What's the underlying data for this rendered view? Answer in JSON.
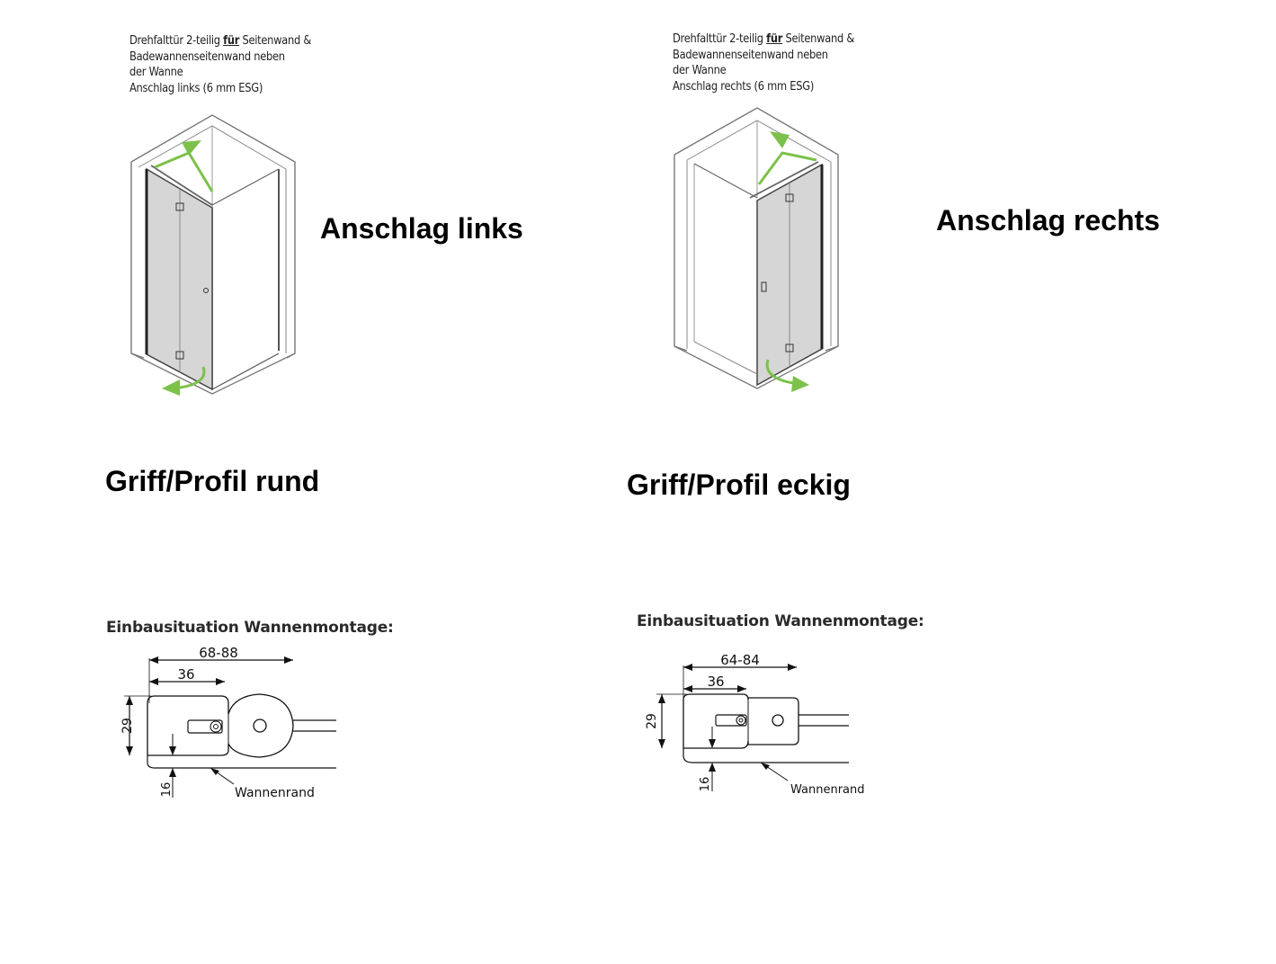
{
  "left": {
    "description": {
      "line1_pre": "Drehfalttür 2-teilig ",
      "line1_bold": "für",
      "line1_post": " Seitenwand &",
      "line2": "Badewannenseitenwand neben",
      "line3": "der Wanne",
      "line4": "Anschlag links (6 mm ESG)"
    },
    "anschlag_label": "Anschlag links",
    "griff_label": "Griff/Profil rund",
    "einbau_heading": "Einbausituation Wannenmontage:",
    "dims": {
      "total": "68-88",
      "profile": "36",
      "height": "29",
      "offset": "16",
      "rim_label": "Wannenrand"
    }
  },
  "right": {
    "description": {
      "line1_pre": "Drehfalttür 2-teilig ",
      "line1_bold": "für",
      "line1_post": " Seitenwand &",
      "line2": "Badewannenseitenwand neben",
      "line3": "der Wanne",
      "line4": "Anschlag rechts (6 mm ESG)"
    },
    "anschlag_label": "Anschlag rechts",
    "griff_label": "Griff/Profil eckig",
    "einbau_heading": "Einbausituation Wannenmontage:",
    "dims": {
      "total": "64-84",
      "profile": "36",
      "height": "29",
      "offset": "16",
      "rim_label": "Wannenrand"
    }
  },
  "colors": {
    "arrow": "#7cc14a",
    "glass": "#d4d4d4",
    "line": "#555555"
  }
}
